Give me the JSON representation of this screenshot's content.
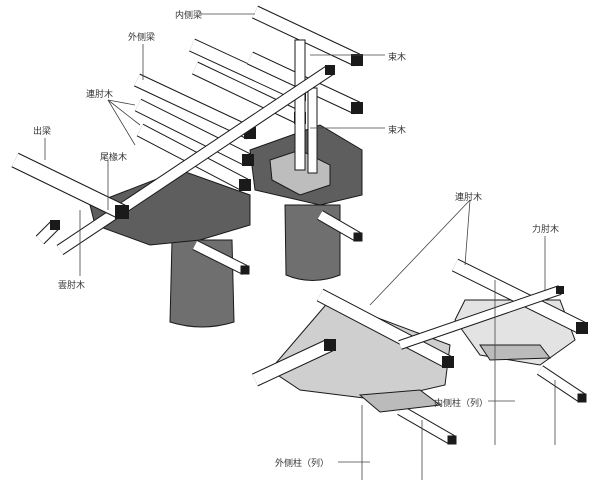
{
  "labels": {
    "inner_beam": "内侧梁",
    "tie_wood_top": "束木",
    "outer_beam": "外侧梁",
    "linked_bracket_arm_left": "連肘木",
    "projecting_beam": "出梁",
    "tail_rafter": "尾椽木",
    "tie_wood_middle": "束木",
    "cloud_bracket_arm": "雲肘木",
    "linked_bracket_arm_right": "連肘木",
    "force_bracket_arm": "力肘木",
    "inner_column_row": "内侧柱（列）",
    "outer_column_row": "外侧柱（列）"
  },
  "colors": {
    "stroke": "#1a1a1a",
    "shade": "#5e5e5e",
    "light": "#d9d9d9",
    "column": "#6f6f6f"
  }
}
